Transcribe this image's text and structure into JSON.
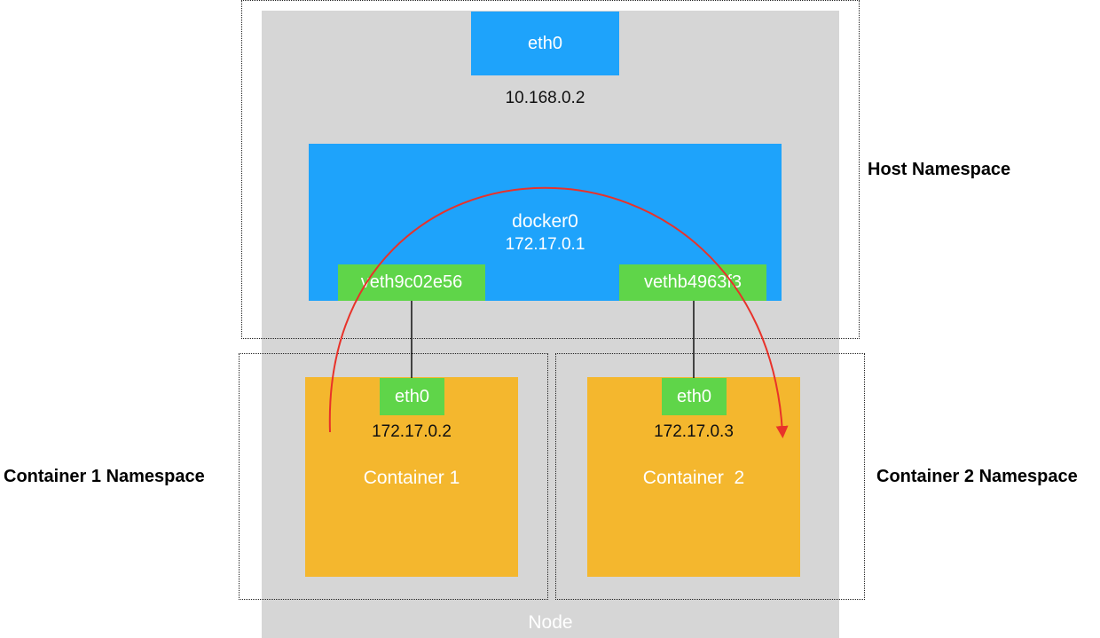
{
  "node": {
    "label": "Node"
  },
  "namespaces": {
    "host": "Host Namespace",
    "container1": "Container 1 Namespace",
    "container2": "Container 2 Namespace"
  },
  "host": {
    "eth0_label": "eth0",
    "eth0_ip": "10.168.0.2",
    "bridge_name": "docker0",
    "bridge_ip": "172.17.0.1",
    "veth1": "veth9c02e56",
    "veth2": "vethb4963f3"
  },
  "containers": [
    {
      "eth0_label": "eth0",
      "ip": "172.17.0.2",
      "name": "Container 1"
    },
    {
      "eth0_label": "eth0",
      "ip": "172.17.0.3",
      "name": "Container  2"
    }
  ],
  "colors": {
    "node_bg": "#d6d6d6",
    "interface_blue": "#1ea3fb",
    "veth_green": "#5fd549",
    "container_orange": "#f4b72e",
    "arrow_red": "#e8322a"
  }
}
